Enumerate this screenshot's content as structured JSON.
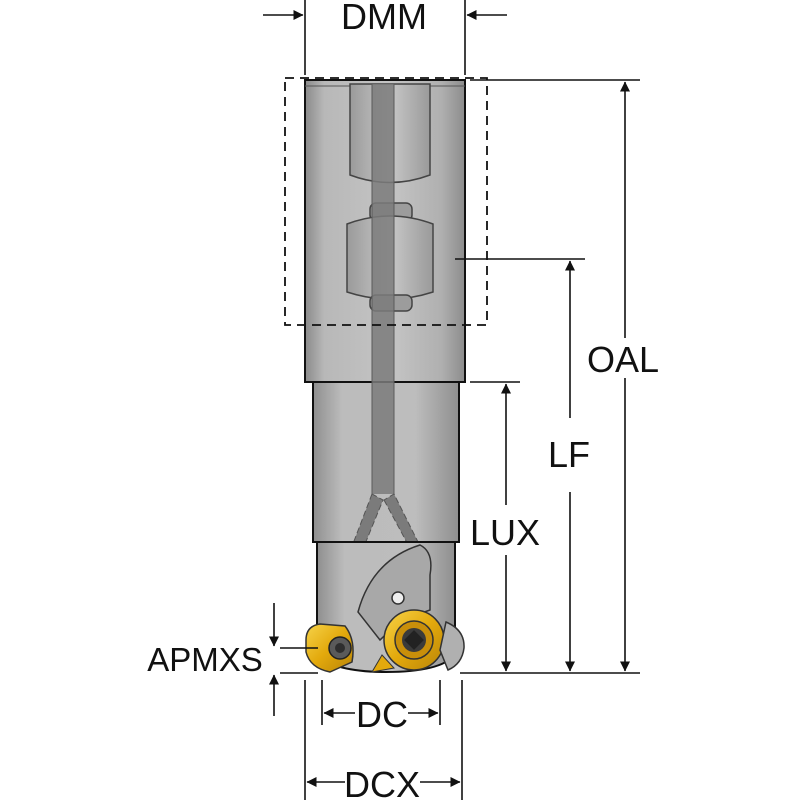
{
  "labels": {
    "dmm": "DMM",
    "oal": "OAL",
    "lf": "LF",
    "lux": "LUX",
    "apmxs": "APMXS",
    "dc": "DC",
    "dcx": "DCX"
  },
  "colors": {
    "line": "#111111",
    "body_light": "#bdbdbd",
    "body_dark": "#8e8e8e",
    "coolant_channel": "#7b7b7b",
    "insert_gold": "#e8b514",
    "insert_dark": "#3a3a3a"
  }
}
